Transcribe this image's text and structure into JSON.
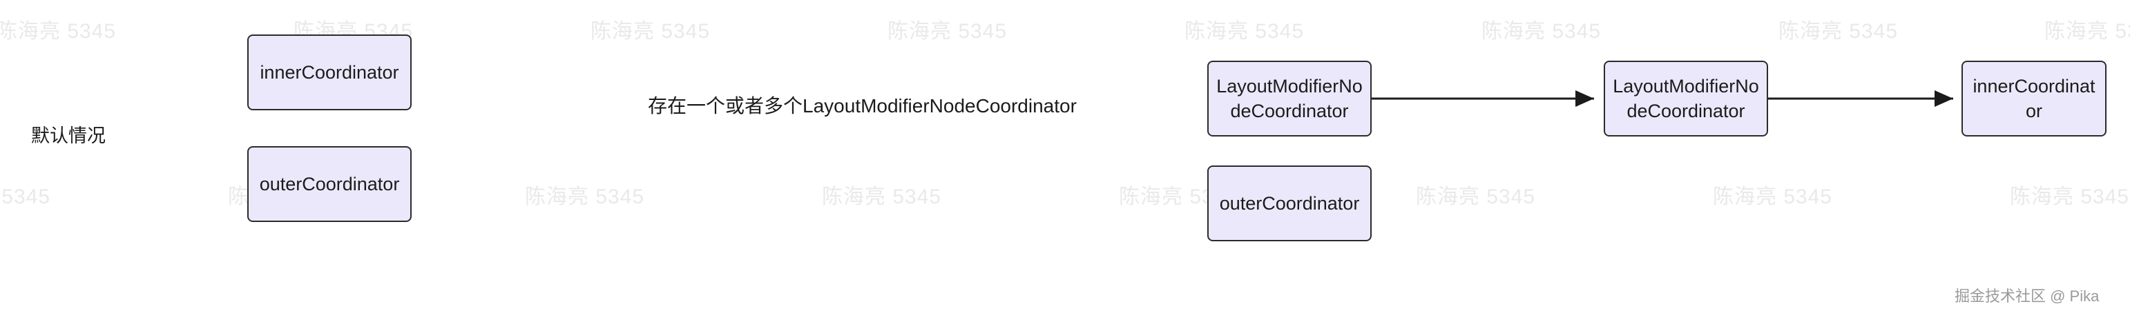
{
  "diagram": {
    "left_label": "默认情况",
    "center_note": "存在一个或者多个LayoutModifierNodeCoordinator",
    "footer": "掘金技术社区 @ Pika",
    "watermark_text": "陈海亮 5345",
    "boxes": [
      {
        "id": "left-inner",
        "text": "innerCoordinator"
      },
      {
        "id": "left-outer",
        "text": "outerCoordinator"
      },
      {
        "id": "right-lmnc-1",
        "text": "LayoutModifierNodeCoordinator"
      },
      {
        "id": "right-outer",
        "text": "outerCoordinator"
      },
      {
        "id": "right-lmnc-2",
        "text": "LayoutModifierNodeCoordinator"
      },
      {
        "id": "right-inner",
        "text": "innerCoordinator"
      }
    ],
    "colors": {
      "box_fill": "#ece8fb",
      "box_stroke": "#2b2b2b",
      "text": "#1b1b1b",
      "watermark": "#e9e9e9",
      "footer": "#9a9a9a"
    }
  }
}
